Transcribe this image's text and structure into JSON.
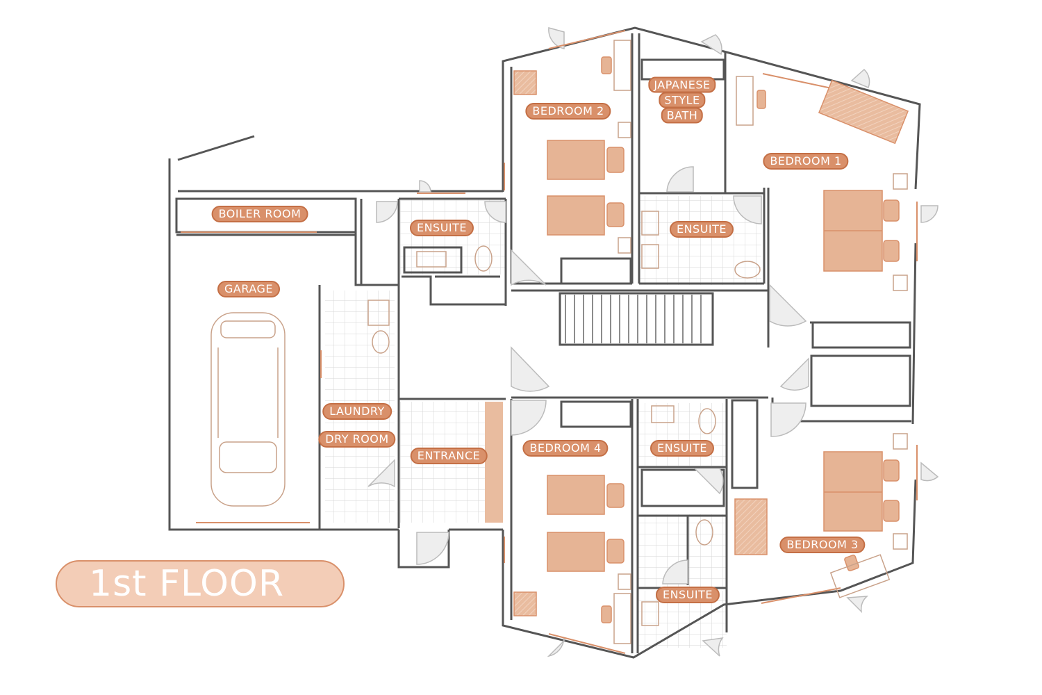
{
  "plan": {
    "floor_label": "1st FLOOR",
    "rooms": {
      "boiler_room": "BOILER ROOM",
      "garage": "GARAGE",
      "ensuite_1": "ENSUITE",
      "laundry": "LAUNDRY",
      "dry_room": "DRY ROOM",
      "entrance": "ENTRANCE",
      "bedroom_2": "BEDROOM 2",
      "japanese_1": "JAPANESE",
      "japanese_2": "STYLE",
      "japanese_3": "BATH",
      "ensuite_2": "ENSUITE",
      "bedroom_1": "BEDROOM 1",
      "bedroom_4": "BEDROOM 4",
      "ensuite_3": "ENSUITE",
      "bedroom_3": "BEDROOM 3",
      "ensuite_4": "ENSUITE"
    }
  },
  "colors": {
    "accent": "#d9906a",
    "accent_dark": "#c46f45",
    "furniture": "#e6b495",
    "wall": "#555555",
    "tile_grid": "#d6d6d6"
  }
}
